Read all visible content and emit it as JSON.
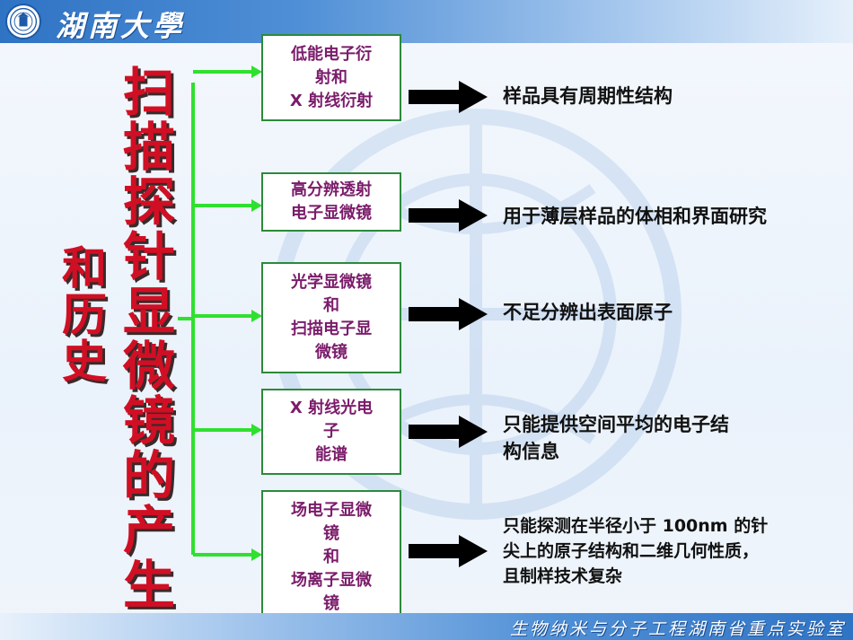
{
  "header": {
    "title": "湖南大學"
  },
  "footer": {
    "text": "生物纳米与分子工程湖南省重点实验室"
  },
  "titles": {
    "left": "和历史",
    "main": "扫描探针显微镜的产生"
  },
  "rows": [
    {
      "box": [
        "低能电子衍",
        "射和",
        "X 射线衍射"
      ],
      "result": [
        "样品具有周期性结构"
      ]
    },
    {
      "box": [
        "高分辨透射",
        "电子显微镜"
      ],
      "result": [
        "用于薄层样品的体相和界面研究"
      ]
    },
    {
      "box": [
        "光学显微镜",
        "和",
        "扫描电子显",
        "微镜"
      ],
      "result": [
        "不足分辨出表面原子"
      ]
    },
    {
      "box": [
        "X 射线光电",
        "子",
        "能谱"
      ],
      "result": [
        "只能提供空间平均的电子结",
        "构信息"
      ]
    },
    {
      "box": [
        "场电子显微",
        "镜",
        "和",
        "场离子显微",
        "镜"
      ],
      "result": [
        "只能探测在半径小于 100nm 的针",
        "尖上的原子结构和二维几何性质，",
        "且制样技术复杂"
      ]
    }
  ],
  "colors": {
    "connector": "#2fe02f",
    "box_border": "#2b8a3c",
    "box_text": "#7b1c6b",
    "title": "#d10f24"
  }
}
